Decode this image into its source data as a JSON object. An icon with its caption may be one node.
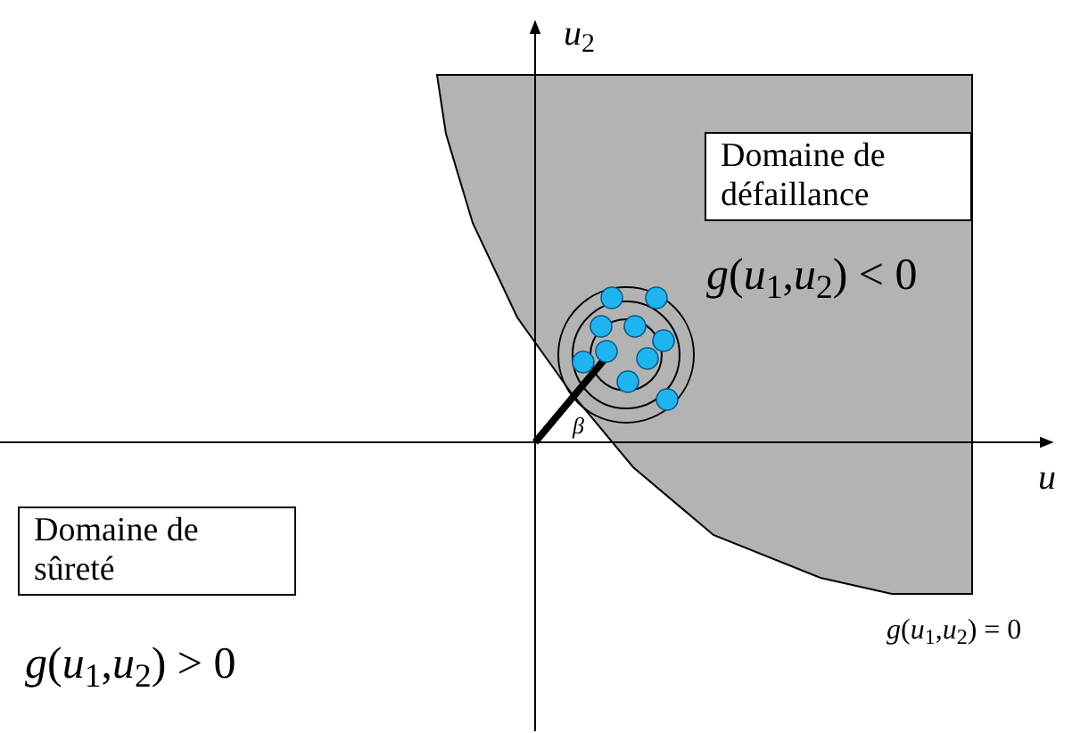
{
  "diagram": {
    "nodes": [
      {
        "text": [
          "Domaine de défaillance"
        ],
        "beside": [
          "*g*(*u*$_{1}$,*u*$_{2}$) < 0"
        ]
      },
      {
        "text": [
          "Domaine de sûreté"
        ],
        "beside": [
          "*g*(*u*$_{1}$,*u*$_{2}$) > 0"
        ]
      }
    ],
    "edges": [],
    "labels": [
      "*u*$_{2}$",
      "*u*",
      "*β*",
      "*g*(*u*$_{1}$,*u*$_{2}$) = 0"
    ]
  }
}
